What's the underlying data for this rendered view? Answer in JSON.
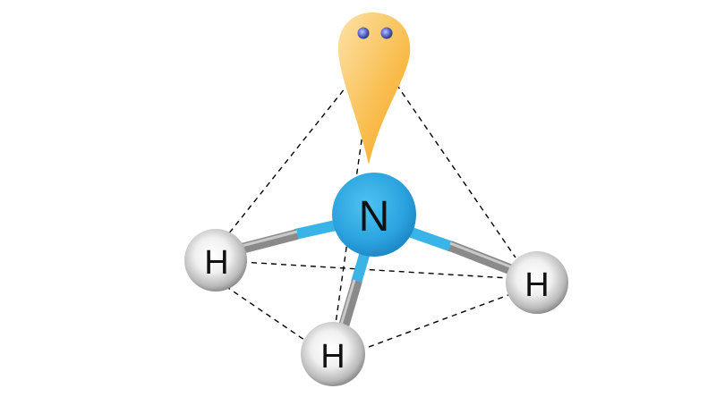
{
  "molecule": {
    "central_atom": {
      "symbol": "N",
      "color": "#2a9fdc"
    },
    "hydrogens": [
      {
        "symbol": "H"
      },
      {
        "symbol": "H"
      },
      {
        "symbol": "H"
      }
    ],
    "bond_colors": {
      "nitrogen_side": "#3ab3e6",
      "hydrogen_side": "#8a8a8a"
    },
    "lone_pair": {
      "electrons": 2,
      "lobe_color": "#f9b233",
      "electron_color": "#4a5bbf"
    },
    "guide_lines": {
      "style": "dashed",
      "color": "#000000"
    }
  }
}
